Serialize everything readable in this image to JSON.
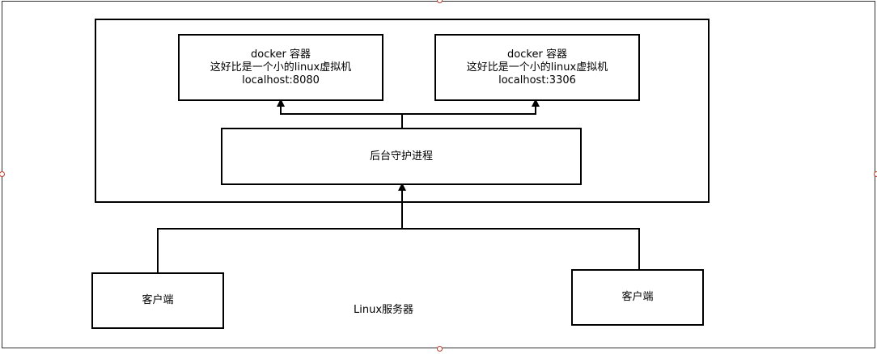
{
  "diagram": {
    "containers": [
      {
        "title": "docker 容器",
        "desc": "这好比是一个小的linux虚拟机",
        "address": "localhost:8080"
      },
      {
        "title": "docker 容器",
        "desc": "这好比是一个小的linux虚拟机",
        "address": "localhost:3306"
      }
    ],
    "daemon": "后台守护进程",
    "clients": [
      "客户端",
      "客户端"
    ],
    "server_label": "Linux服务器"
  }
}
